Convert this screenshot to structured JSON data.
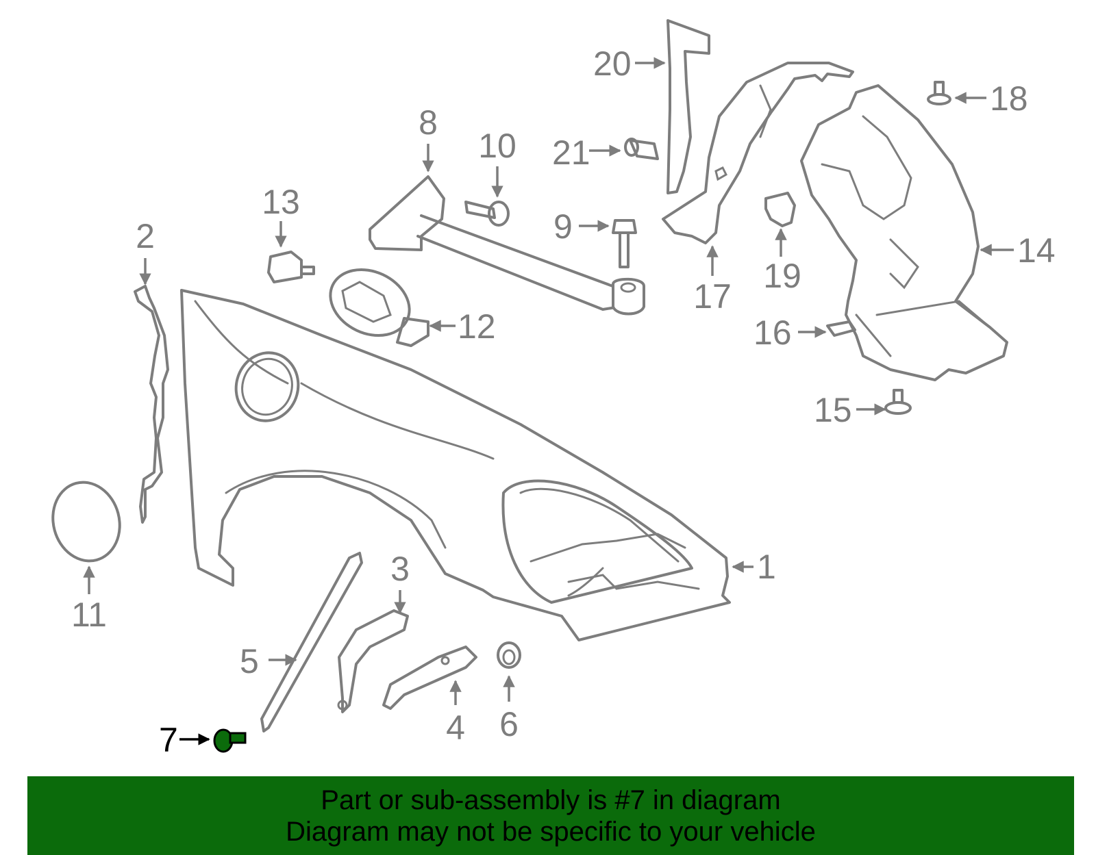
{
  "highlight_color": "#0b6b0b",
  "banner": {
    "line1": "Part or sub-assembly is #7 in diagram",
    "line2": "Diagram may not be specific to your vehicle"
  },
  "callouts": {
    "c1": "1",
    "c2": "2",
    "c3": "3",
    "c4": "4",
    "c5": "5",
    "c6": "6",
    "c7": "7",
    "c8": "8",
    "c9": "9",
    "c10": "10",
    "c11": "11",
    "c12": "12",
    "c13": "13",
    "c14": "14",
    "c15": "15",
    "c16": "16",
    "c17": "17",
    "c18": "18",
    "c19": "19",
    "c20": "20",
    "c21": "21"
  }
}
